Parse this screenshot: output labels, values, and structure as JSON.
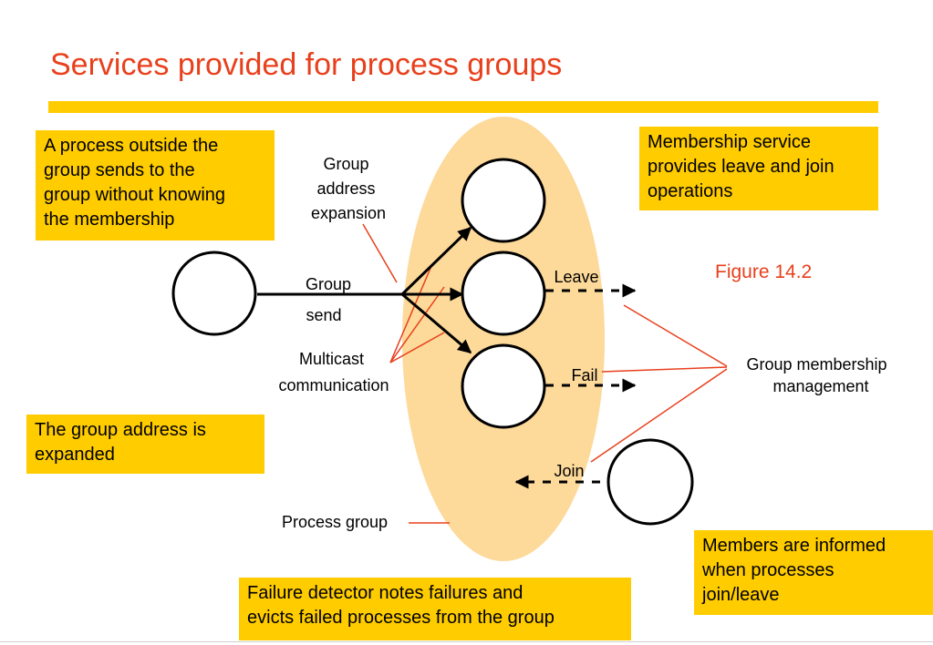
{
  "title": "Services provided for process groups",
  "figure_label": "Figure 14.2",
  "colors": {
    "title": "#e8401c",
    "callout_background": "#ffcc00",
    "group_ellipse": "#fdd99a",
    "pointer_lines": "#e8401c"
  },
  "notes": {
    "outside_sender": "A process outside the\ngroup sends to the\ngroup without knowing\nthe membership",
    "membership_service": "Membership service\nprovides leave and join\noperations",
    "address_expanded": "The group address is\nexpanded",
    "failure_detector": "Failure detector notes failures and\nevicts failed processes from the group",
    "members_informed": "Members are informed\nwhen processes\njoin/leave"
  },
  "labels": {
    "group_address_expansion": [
      "Group",
      "address",
      "expansion"
    ],
    "group_send": [
      "Group",
      "send"
    ],
    "multicast_communication": [
      "Multicast",
      "communication"
    ],
    "leave": "Leave",
    "fail": "Fail",
    "join": "Join",
    "group_membership_management": [
      "Group membership",
      "management"
    ],
    "process_group": "Process group"
  }
}
